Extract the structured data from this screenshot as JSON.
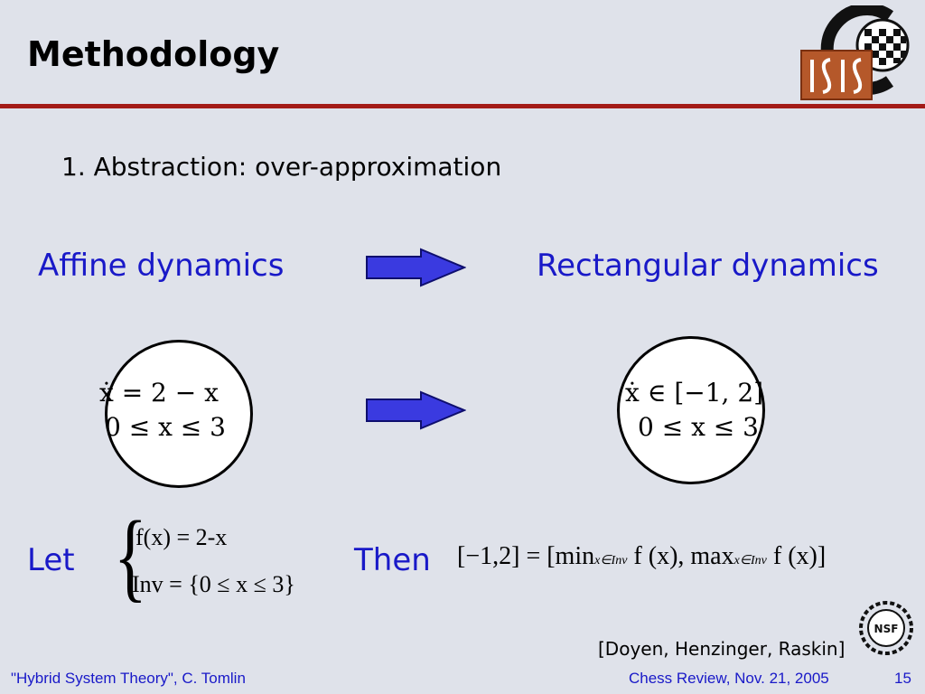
{
  "title": "Methodology",
  "bullet": "1. Abstraction: over-approximation",
  "left_label": "Affine dynamics",
  "right_label": "Rectangular dynamics",
  "left_math": {
    "line1": "ẋ = 2 − x",
    "line2": "0 ≤ x ≤ 3"
  },
  "right_math": {
    "line1": "ẋ ∈ [−1, 2]",
    "line2": "0 ≤ x ≤ 3"
  },
  "let_label": "Let",
  "then_label": "Then",
  "piecewise": {
    "line1": "f(x)  =  2-x",
    "line2": "Inv = {0 ≤ x ≤ 3}"
  },
  "formula": {
    "part1": "[−1,2] = [min",
    "sub1": "x∈Inv",
    "part2": " f (x), max",
    "sub2": "x∈Inv",
    "part3": " f (x)]"
  },
  "citation": "[Doyen, Henzinger, Raskin]",
  "footer": {
    "left": "\"Hybrid System Theory\", C. Tomlin",
    "right": "Chess Review, Nov. 21, 2005",
    "page": "15"
  },
  "logos": {
    "chess": "chess-logo",
    "isis": "ISIS",
    "nsf": "NSF"
  },
  "colors": {
    "background": "#dfe2ea",
    "accent_blue": "#1919c8",
    "rule_red": "#a31b17",
    "arrow_fill": "#3a3ae0"
  }
}
